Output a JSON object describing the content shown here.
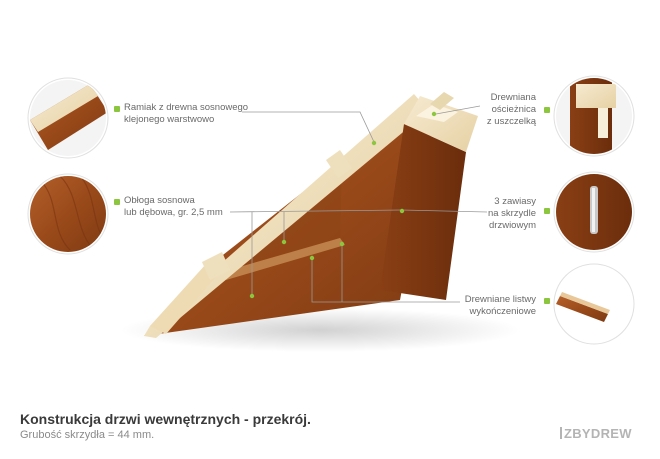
{
  "labels": {
    "ramiak": [
      "Ramiak z drewna sosnowego",
      "klejonego warstwowo"
    ],
    "obloga": [
      "Obłoga sosnowa",
      "lub dębowa, gr. 2,5 mm"
    ],
    "oscieznica": [
      "Drewniana",
      "ościeżnica",
      "z uszczelką"
    ],
    "zawiasy": [
      "3 zawiasy",
      "na skrzydle",
      "drzwiowym"
    ],
    "listwy": [
      "Drewniane listwy",
      "wykończeniowe"
    ]
  },
  "caption": {
    "title": "Konstrukcja drzwi wewnętrznych - przekrój.",
    "subtitle": "Grubość skrzydła = 44 mm."
  },
  "logo": "ZBYDREW",
  "colors": {
    "accent": "#8cc63f",
    "wood": "#a0501d",
    "pine": "#f1e2c0",
    "line": "#9a9a9a",
    "text": "#6a6a6a"
  }
}
